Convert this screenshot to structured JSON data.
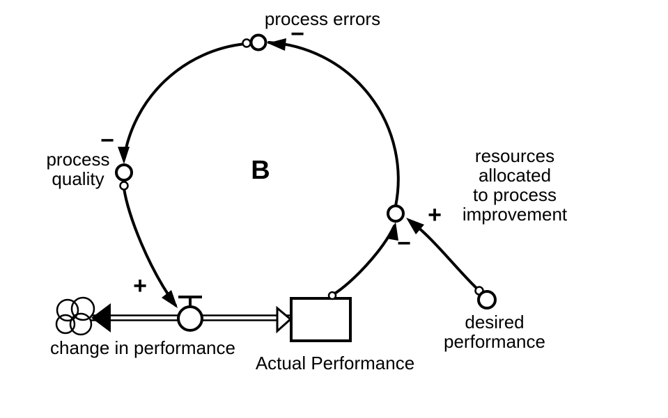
{
  "colors": {
    "ink": "#000000",
    "background": "#ffffff"
  },
  "loop": {
    "label": "B"
  },
  "variables": {
    "process_errors": "process errors",
    "process_quality": "process\nquality",
    "resources_allocated": "resources allocated\nto process improvement",
    "desired_performance": "desired\nperformance",
    "change_in_performance": "change in performance",
    "actual_performance": "Actual Performance"
  },
  "links": [
    {
      "from": "process errors",
      "to": "process quality",
      "sign": "−"
    },
    {
      "from": "process quality",
      "to": "change in performance",
      "sign": "+"
    },
    {
      "from": "Actual Performance",
      "to": "resources allocated to process improvement",
      "sign": "−"
    },
    {
      "from": "desired performance",
      "to": "resources allocated to process improvement",
      "sign": "+"
    },
    {
      "from": "resources allocated to process improvement",
      "to": "process errors",
      "sign": "−"
    }
  ]
}
